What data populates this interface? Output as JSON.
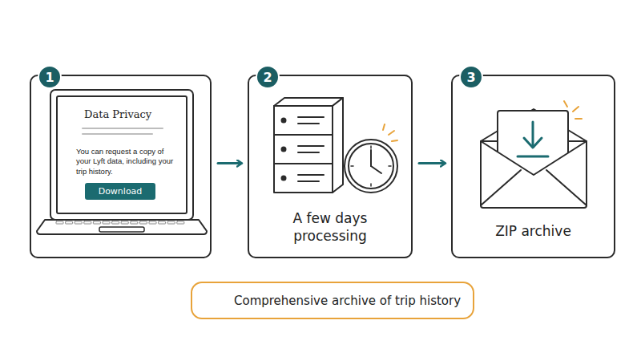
{
  "diagram": {
    "nodes": [
      {
        "text": [
          "Data Privacy",
          "You can request a copy of your Lyft data, including your trip history."
        ]
      },
      {
        "text": [
          "1"
        ],
        "in": 0
      },
      {
        "text": [
          "Download"
        ],
        "in": 0
      },
      {
        "text": [
          "A few days processing"
        ]
      },
      {
        "text": [
          "2"
        ],
        "in": 3
      },
      {
        "text": [
          "ZIP archive"
        ]
      },
      {
        "text": [
          "3"
        ],
        "in": 5
      },
      {
        "text": [
          "Comprehensive archive of trip history"
        ]
      }
    ],
    "edges": [
      {
        "from": 0,
        "to": 3,
        "arrow": "to"
      },
      {
        "from": 3,
        "to": 5,
        "arrow": "to"
      }
    ]
  }
}
